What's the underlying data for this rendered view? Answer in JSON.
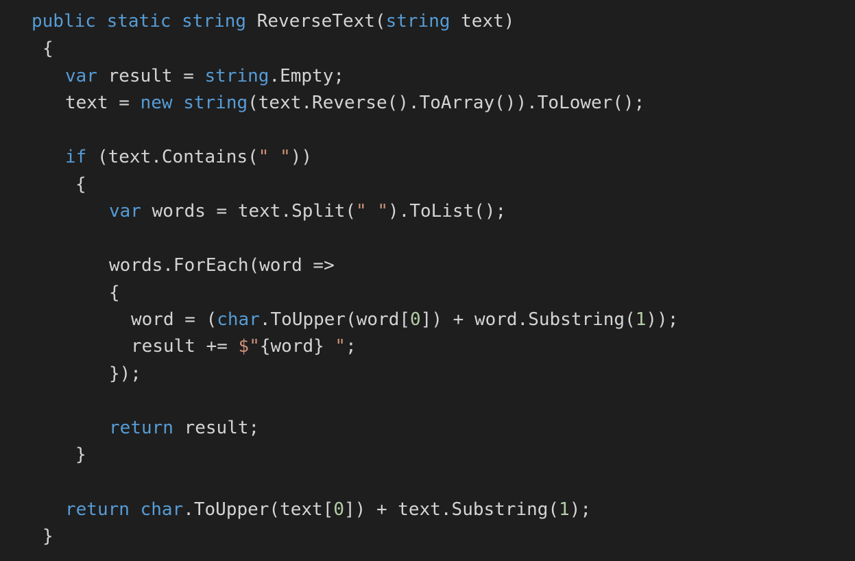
{
  "colors": {
    "background": "#1e1e1e",
    "keyword": "#569cd6",
    "plain": "#d4d4d4",
    "number": "#b5cea8",
    "string": "#ce9178"
  },
  "code": {
    "l1": {
      "t1": "public",
      "t2": " ",
      "t3": "static",
      "t4": " ",
      "t5": "string",
      "t6": " ReverseText(",
      "t7": "string",
      "t8": " text)"
    },
    "l2": {
      "t1": "{"
    },
    "l3": {
      "t1": "var",
      "t2": " result = ",
      "t3": "string",
      "t4": ".Empty;"
    },
    "l4": {
      "t1": "text = ",
      "t2": "new",
      "t3": " ",
      "t4": "string",
      "t5": "(text.Reverse().ToArray()).ToLower();"
    },
    "l5": {
      "t1": "if",
      "t2": " (text.Contains(",
      "t3": "\" \"",
      "t4": "))"
    },
    "l6": {
      "t1": "{"
    },
    "l7": {
      "t1": "var",
      "t2": " words = text.Split(",
      "t3": "\" \"",
      "t4": ").ToList();"
    },
    "l8": {
      "t1": "words.ForEach(word =>"
    },
    "l9": {
      "t1": "{"
    },
    "l10": {
      "t1": "word = (",
      "t2": "char",
      "t3": ".ToUpper(word[",
      "t4": "0",
      "t5": "]) + word.Substring(",
      "t6": "1",
      "t7": "));"
    },
    "l11": {
      "t1": "result += ",
      "t2": "$\"",
      "t3": "{word}",
      "t4": " \"",
      "t5": ";"
    },
    "l12": {
      "t1": "});"
    },
    "l13": {
      "t1": "return",
      "t2": " result;"
    },
    "l14": {
      "t1": "}"
    },
    "l15": {
      "t1": "return",
      "t2": " ",
      "t3": "char",
      "t4": ".ToUpper(text[",
      "t5": "0",
      "t6": "]) + text.Substring(",
      "t7": "1",
      "t8": ");"
    },
    "l16": {
      "t1": "}"
    }
  }
}
